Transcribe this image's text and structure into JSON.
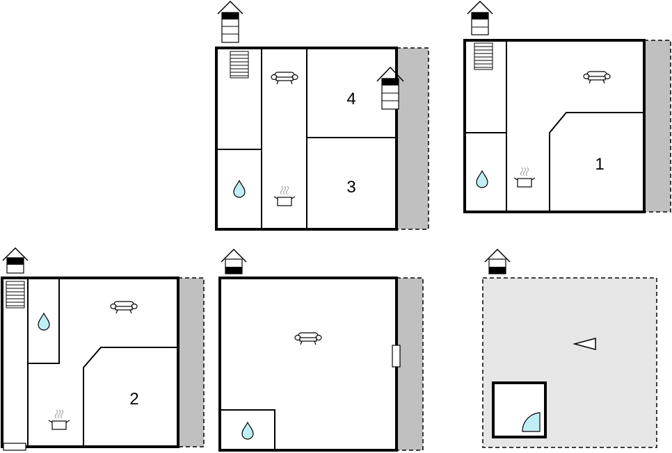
{
  "floorplans": {
    "plan_a": {
      "room_labels": [
        "4",
        "3"
      ]
    },
    "plan_b": {
      "room_labels": [
        "1"
      ]
    },
    "plan_c": {
      "room_labels": [
        "2"
      ]
    },
    "plan_d": {
      "room_labels": []
    },
    "plan_e": {
      "room_labels": []
    }
  },
  "icons": [
    "house-entrance-icon",
    "stairs-icon",
    "sofa-icon",
    "water-drop-icon",
    "cooking-pot-icon",
    "shower-icon",
    "triangle-pointer-icon"
  ],
  "colors": {
    "wall": "#000000",
    "terrace": "#c0c0c0",
    "outdoor_area": "#e6e6e6",
    "water": "#bfeff5"
  }
}
